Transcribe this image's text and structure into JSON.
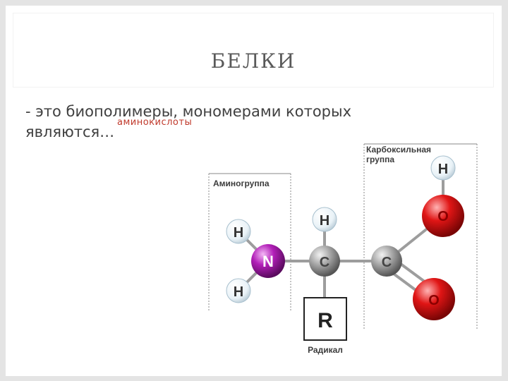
{
  "slide": {
    "title": "БЕЛКИ",
    "line1": "- это биополимеры, мономерами которых",
    "line2": "являются…",
    "highlight": "аминокислоты"
  },
  "diagram": {
    "amino_group_label": "Аминогруппа",
    "carboxyl_label_1": "Карбоксильная",
    "carboxyl_label_2": "группа",
    "radical_label": "Радикал",
    "atoms": {
      "h_amino_top": "H",
      "h_amino_bottom": "H",
      "n": "N",
      "h_alpha": "H",
      "c_alpha": "C",
      "r": "R",
      "c_carboxyl": "C",
      "o_top": "O",
      "h_hydroxyl": "H",
      "o_bottom": "O"
    },
    "colors": {
      "nitrogen": "#b21fb8",
      "oxygen": "#e01515",
      "carbon": "#9a9a9a",
      "hydrogen": "#f7fbfd"
    }
  }
}
